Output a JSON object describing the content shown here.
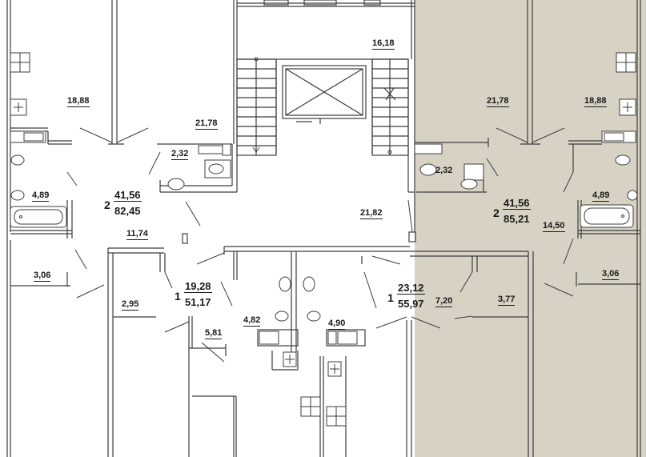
{
  "plan": {
    "highlight_color": "#d8d2c4",
    "wall_color": "#4a4a4a",
    "room_areas": {
      "stair_hall": "16,18",
      "living_left": "18,88",
      "kitchen_left": "21,78",
      "bath_small_left": "2,32",
      "bath_left": "4,89",
      "hall_left": "11,74",
      "balcony_left": "3,06",
      "kitchen_right": "21,78",
      "living_right": "18,88",
      "bath_small_right": "2,32",
      "bath_right": "4,89",
      "corridor": "21,82",
      "hall_right": "14,50",
      "balcony_right": "3,06",
      "balcony_1a": "2,95",
      "hall_1a": "5,81",
      "bath_1a": "4,82",
      "bath_1b": "4,90",
      "hall_1b": "7,20",
      "balcony_1b": "3,77"
    },
    "apartments": [
      {
        "rooms": "2",
        "living_area": "41,56",
        "total_area": "82,45"
      },
      {
        "rooms": "2",
        "living_area": "41,56",
        "total_area": "85,21"
      },
      {
        "rooms": "1",
        "living_area": "19,28",
        "total_area": "51,17"
      },
      {
        "rooms": "1",
        "living_area": "23,12",
        "total_area": "55,97"
      }
    ]
  }
}
